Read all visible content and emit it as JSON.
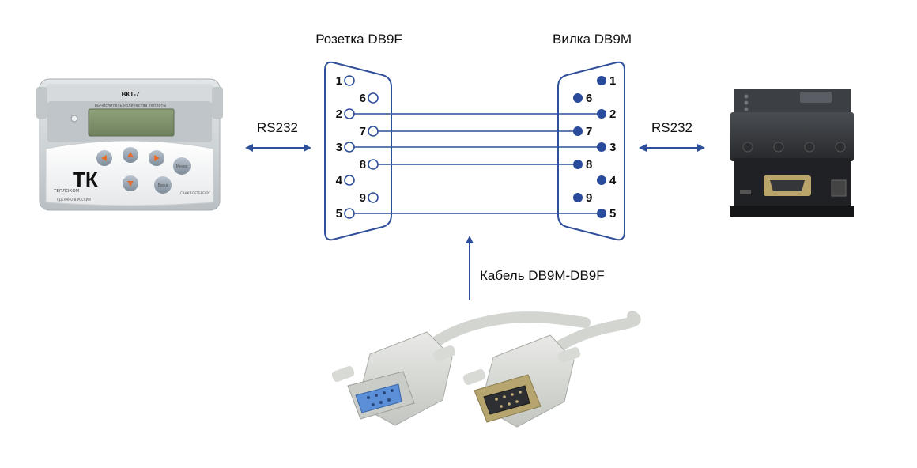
{
  "diagram": {
    "socket_title": "Розетка DB9F",
    "plug_title": "Вилка DB9M",
    "left_link": "RS232",
    "right_link": "RS232",
    "cable_label": "Кабель DB9M-DB9F",
    "socket_pins": [
      "1",
      "6",
      "2",
      "7",
      "3",
      "8",
      "4",
      "9",
      "5"
    ],
    "plug_pins": [
      "1",
      "6",
      "2",
      "7",
      "3",
      "8",
      "4",
      "9",
      "5"
    ]
  },
  "device_left": {
    "model": "ВКТ-7",
    "screen_caption": "Вычислитель количества теплоты",
    "brand_logo": "ТК",
    "brand": "ТЕПЛОКОМ",
    "made_in": "СДЕЛАНО В РОССИИ",
    "city": "САНКТ-ПЕТЕРБУРГ",
    "menu_key": "Меню",
    "enter_key": "Ввод"
  },
  "colors": {
    "wire": "#2f4f9a",
    "pin_fill": "#2a4a9b",
    "connector_outline": "#2f4f9a"
  }
}
